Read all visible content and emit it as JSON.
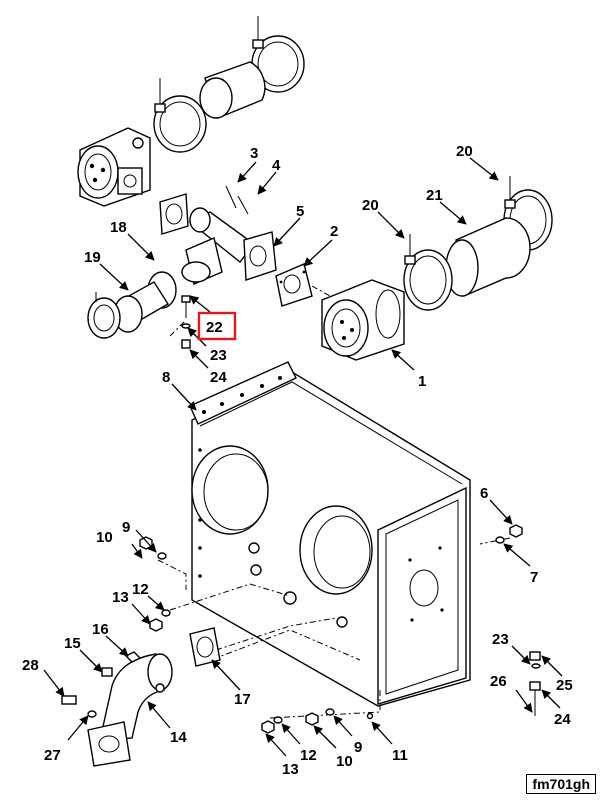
{
  "figure_id": "fm701gh",
  "highlight_color": "#e0181c",
  "highlighted_callout": "22",
  "callouts": {
    "c1": "1",
    "c2": "2",
    "c3": "3",
    "c4": "4",
    "c5": "5",
    "c6": "6",
    "c7": "7",
    "c8": "8",
    "c9": "9",
    "c9b": "9",
    "c10": "10",
    "c10b": "10",
    "c11": "11",
    "c12": "12",
    "c12b": "12",
    "c13": "13",
    "c13b": "13",
    "c14": "14",
    "c15": "15",
    "c16": "16",
    "c17": "17",
    "c18": "18",
    "c19": "19",
    "c20": "20",
    "c20b": "20",
    "c21": "21",
    "c22": "22",
    "c23": "23",
    "c23b": "23",
    "c24": "24",
    "c24b": "24",
    "c25": "25",
    "c26": "26",
    "c27": "27",
    "c28": "28"
  }
}
